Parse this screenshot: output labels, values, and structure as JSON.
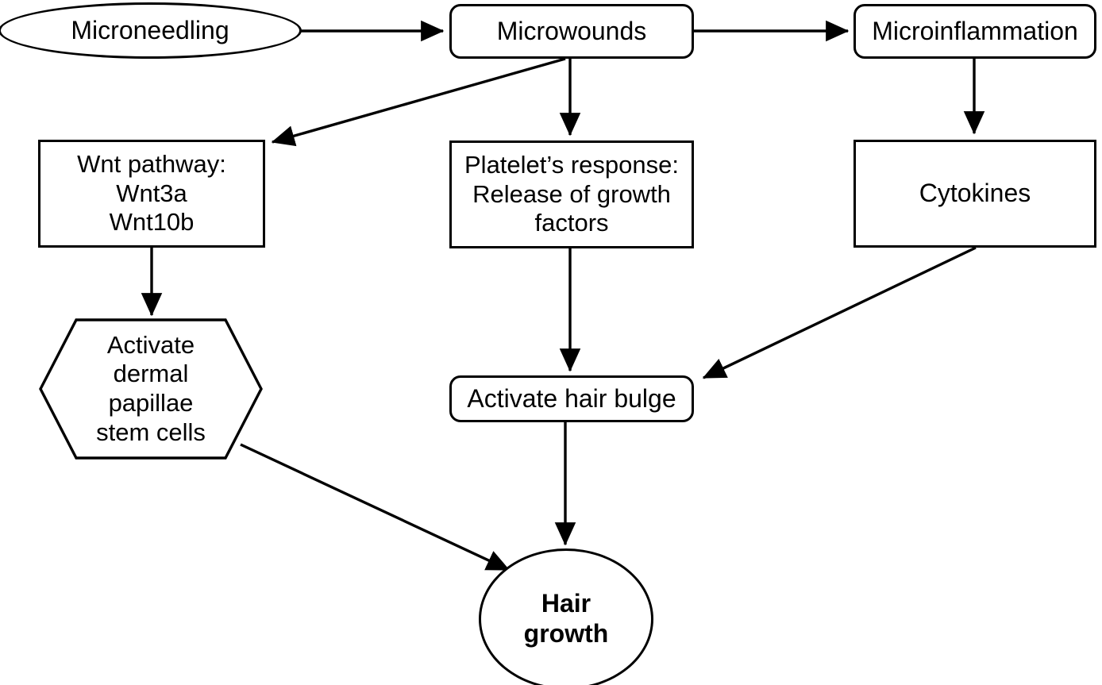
{
  "diagram": {
    "title": "Microneedling mechanism of hair growth flowchart",
    "stroke_color": "#000000",
    "background_color": "#ffffff",
    "nodes": [
      {
        "id": "microneedling",
        "label": "Microneedling",
        "shape": "ellipse"
      },
      {
        "id": "microwounds",
        "label": "Microwounds",
        "shape": "rounded-rectangle"
      },
      {
        "id": "microinflammation",
        "label": "Microinflammation",
        "shape": "rounded-rectangle"
      },
      {
        "id": "wnt-pathway",
        "label": "Wnt pathway:\nWnt3a\nWnt10b",
        "shape": "rectangle"
      },
      {
        "id": "platelets-response",
        "label": "Platelet’s response:\nRelease of growth\nfactors",
        "shape": "rectangle"
      },
      {
        "id": "cytokines",
        "label": "Cytokines",
        "shape": "rectangle"
      },
      {
        "id": "activate-dermal-papillae-stem-cells",
        "label": "Activate\ndermal\npapillae\nstem cells",
        "shape": "hexagon"
      },
      {
        "id": "activate-hair-bulge",
        "label": "Activate hair bulge",
        "shape": "rounded-rectangle"
      },
      {
        "id": "hair-growth",
        "label": "Hair\ngrowth",
        "shape": "ellipse",
        "bold": true
      }
    ],
    "edges": [
      {
        "from": "microneedling",
        "to": "microwounds"
      },
      {
        "from": "microwounds",
        "to": "microinflammation"
      },
      {
        "from": "microwounds",
        "to": "wnt-pathway"
      },
      {
        "from": "microwounds",
        "to": "platelets-response"
      },
      {
        "from": "microinflammation",
        "to": "cytokines"
      },
      {
        "from": "wnt-pathway",
        "to": "activate-dermal-papillae-stem-cells"
      },
      {
        "from": "platelets-response",
        "to": "activate-hair-bulge"
      },
      {
        "from": "cytokines",
        "to": "activate-hair-bulge"
      },
      {
        "from": "activate-dermal-papillae-stem-cells",
        "to": "hair-growth"
      },
      {
        "from": "activate-hair-bulge",
        "to": "hair-growth"
      }
    ]
  }
}
